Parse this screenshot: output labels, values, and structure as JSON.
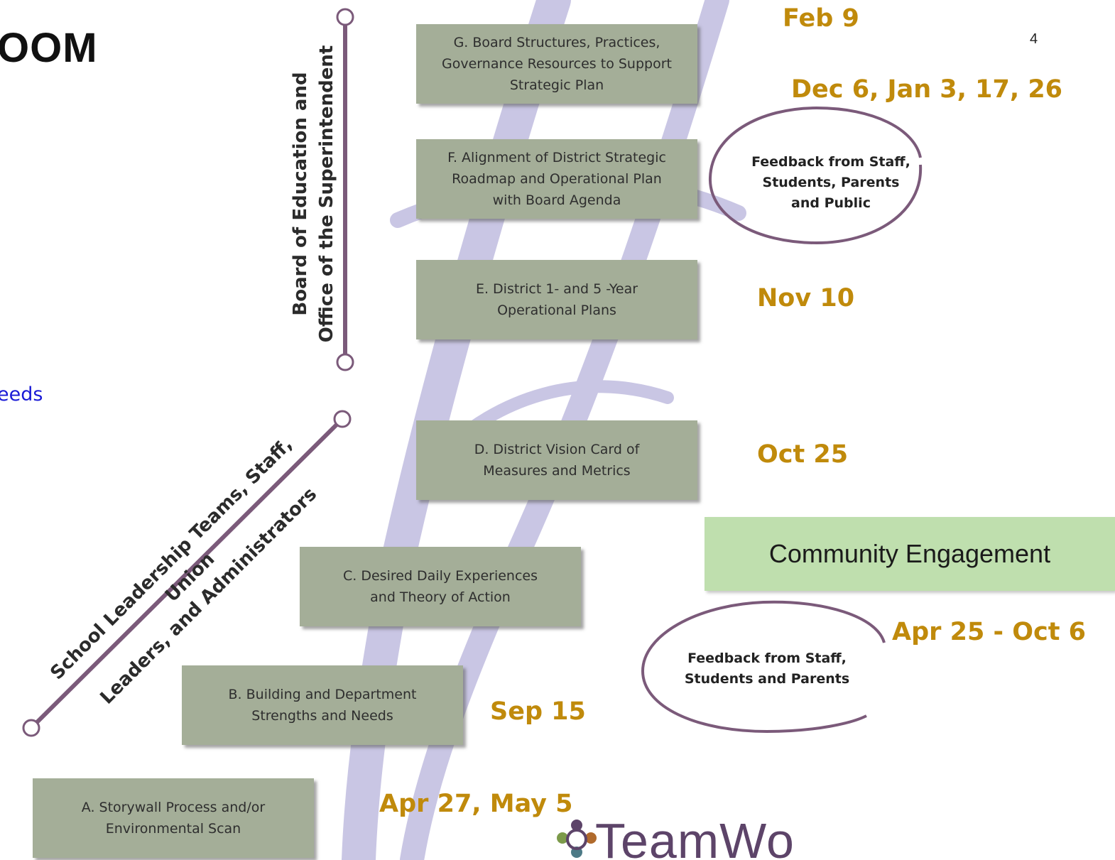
{
  "slide": {
    "title_fragment": "OOM",
    "blue_text_fragment": "eeds",
    "page_number": "4"
  },
  "tracks": {
    "upper": "Board of Education and\nOffice of the Superintendent",
    "lower": "School Leadership Teams, Staff, Union\nLeaders, and Administrators"
  },
  "steps": [
    {
      "label": "A. Storywall Process and/or\nEnvironmental Scan",
      "date": "Apr 27, May 5"
    },
    {
      "label": "B. Building and Department\nStrengths and Needs",
      "date": "Sep 15"
    },
    {
      "label": "C. Desired Daily Experiences\nand Theory of Action",
      "date": ""
    },
    {
      "label": "D. District Vision Card of\nMeasures and Metrics",
      "date": "Oct 25"
    },
    {
      "label": "E. District 1- and 5 -Year\nOperational Plans",
      "date": "Nov 10"
    },
    {
      "label": "F. Alignment of District Strategic\nRoadmap and Operational Plan\nwith Board Agenda",
      "date": "Dec 6, Jan 3, 17, 26"
    },
    {
      "label": "G. Board Structures, Practices,\nGovernance Resources to Support\nStrategic Plan",
      "date": "Feb 9"
    }
  ],
  "feedback": {
    "upper": "Feedback from Staff,\nStudents, Parents\nand Public",
    "lower": "Feedback from Staff,\nStudents and Parents"
  },
  "community": {
    "label": "Community Engagement",
    "date": "Apr 25 - Oct 6"
  },
  "logo": {
    "text": "TeamWorks",
    "icon": "people-circle-icon"
  },
  "colors": {
    "step_fill": "#a4ae98",
    "date_gold": "#c08a0b",
    "track_purple": "#7b5a7a",
    "community_green": "#bfdfae",
    "watermark_lavender": "#c9c6e4"
  }
}
